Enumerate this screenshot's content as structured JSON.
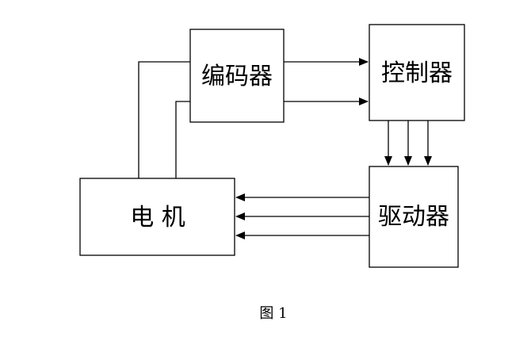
{
  "blocks": {
    "encoder": "编码器",
    "controller": "控制器",
    "driver": "驱动器",
    "motor": "电 机"
  },
  "caption": "图 1"
}
